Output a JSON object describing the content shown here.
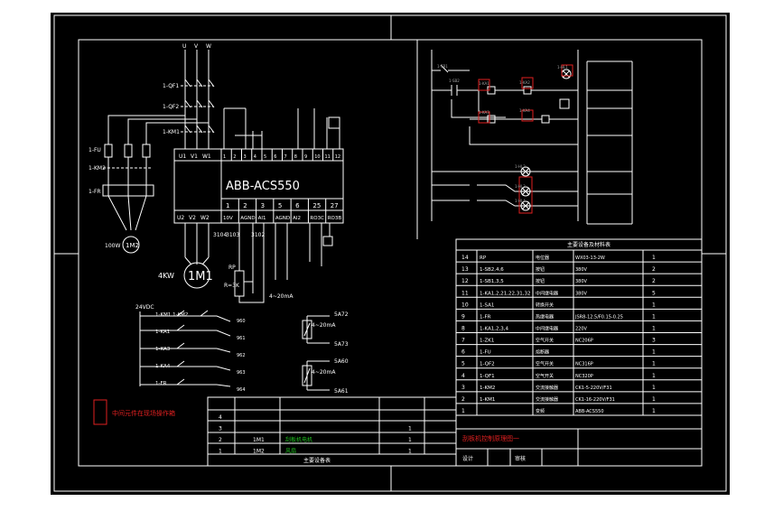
{
  "colors": {
    "background": "#000000",
    "line": "#ffffff",
    "red": "#e02020",
    "green": "#20c020",
    "gray": "#a0a0a0"
  },
  "drive": {
    "title": "ABB-ACS550",
    "top_terminals": [
      "1",
      "2",
      "3",
      "4",
      "5",
      "6",
      "7",
      "8",
      "9",
      "10",
      "11",
      "12"
    ],
    "input_terminals": [
      "U1",
      "V1",
      "W1"
    ],
    "output_terminals": [
      "U2",
      "V2",
      "W2"
    ],
    "bottom_numbers": [
      "1",
      "2",
      "3",
      "5",
      "6",
      "25",
      "27"
    ],
    "bottom_terminals": [
      "10V",
      "AGND",
      "AI1",
      "AGND",
      "AI2",
      "RO3C",
      "RO3B"
    ]
  },
  "power_side": {
    "phases": [
      "U",
      "V",
      "W"
    ],
    "breaker_1": "1-QF1",
    "breaker_2": "1-QF2",
    "contactor": "1-KM1",
    "fuse": "1-FU",
    "aux_contactor": "1-KM2",
    "relay": "1-FR",
    "fan_motor": "1M2",
    "fan_power": "100W",
    "main_motor": "1M1",
    "main_power": "4KW",
    "rp": "RP",
    "rp_value": "R=3K"
  },
  "io_signals": {
    "supply": "24VDC",
    "rows": [
      {
        "contacts": "1-KM1  1-KM2",
        "code": "960"
      },
      {
        "contacts": "1-KA1",
        "code": "961"
      },
      {
        "contacts": "1-KA3",
        "code": "962"
      },
      {
        "contacts": "1-KA4",
        "code": "963"
      },
      {
        "contacts": "1-FR",
        "code": "964"
      }
    ],
    "analog_in": "4~20mA",
    "analog_out": "4~20mA",
    "wires": [
      "3103",
      "3102",
      "3104",
      "5A72",
      "5A73",
      "5A60",
      "5A61"
    ]
  },
  "legend": {
    "text": "中间元件在现场操作箱"
  },
  "control_ladder": {
    "labels": [
      "1-SB1",
      "1-SB2",
      "1-KA1",
      "1-KA2",
      "1-KA3",
      "1-KA4",
      "1-HL1",
      "1-HL2",
      "1-HL3",
      "1-HL4"
    ]
  },
  "bom": {
    "title": "主要设备及材料表",
    "rows": [
      {
        "no": "14",
        "code": "RP",
        "name": "电位器",
        "spec": "WX03-13-2W",
        "qty": "1"
      },
      {
        "no": "13",
        "code": "1-SB2,4,6",
        "name": "按钮",
        "spec": "380V",
        "qty": "2"
      },
      {
        "no": "12",
        "code": "1-SB1,3,5",
        "name": "按钮",
        "spec": "380V",
        "qty": "2"
      },
      {
        "no": "11",
        "code": "1-KA1,2,21,22,31,32",
        "name": "中间继电器",
        "spec": "380V",
        "qty": "5"
      },
      {
        "no": "10",
        "code": "1-SA1",
        "name": "转换开关",
        "spec": "",
        "qty": "1"
      },
      {
        "no": "9",
        "code": "1-FR",
        "name": "热继电器",
        "spec": "JSR8-12.5/F0.15-0.25",
        "qty": "1"
      },
      {
        "no": "8",
        "code": "1-KA1,2,3,4",
        "name": "中间继电器",
        "spec": "220V",
        "qty": "1"
      },
      {
        "no": "7",
        "code": "1-ZK1",
        "name": "空气开关",
        "spec": "NC206P",
        "qty": "3"
      },
      {
        "no": "6",
        "code": "1-FU",
        "name": "熔断器",
        "spec": "",
        "qty": "1"
      },
      {
        "no": "5",
        "code": "1-QF2",
        "name": "空气开关",
        "spec": "NC316P",
        "qty": "1"
      },
      {
        "no": "4",
        "code": "1-QF1",
        "name": "空气开关",
        "spec": "NC320P",
        "qty": "1"
      },
      {
        "no": "3",
        "code": "1-KM2",
        "name": "交流接触器",
        "spec": "CK1-5-220V/F31",
        "qty": "1"
      },
      {
        "no": "2",
        "code": "1-KM1",
        "name": "交流接触器",
        "spec": "CK1-16-220V/F31",
        "qty": "1"
      },
      {
        "no": "1",
        "code": "",
        "name": "变频",
        "spec": "ABB-ACS550",
        "qty": "1"
      }
    ],
    "footer_title": "刮板机控制原理图一",
    "footer_design": "设计",
    "footer_check": "审核"
  },
  "device_list": {
    "rows": [
      {
        "no": "4",
        "code": "",
        "name": "",
        "qty": ""
      },
      {
        "no": "3",
        "code": "",
        "name": "",
        "qty": "1"
      },
      {
        "no": "2",
        "code": "1M1",
        "name": "刮板机电机",
        "qty": "1"
      },
      {
        "no": "1",
        "code": "1M2",
        "name": "风扇",
        "qty": "1"
      }
    ],
    "title": "主要设备表"
  }
}
